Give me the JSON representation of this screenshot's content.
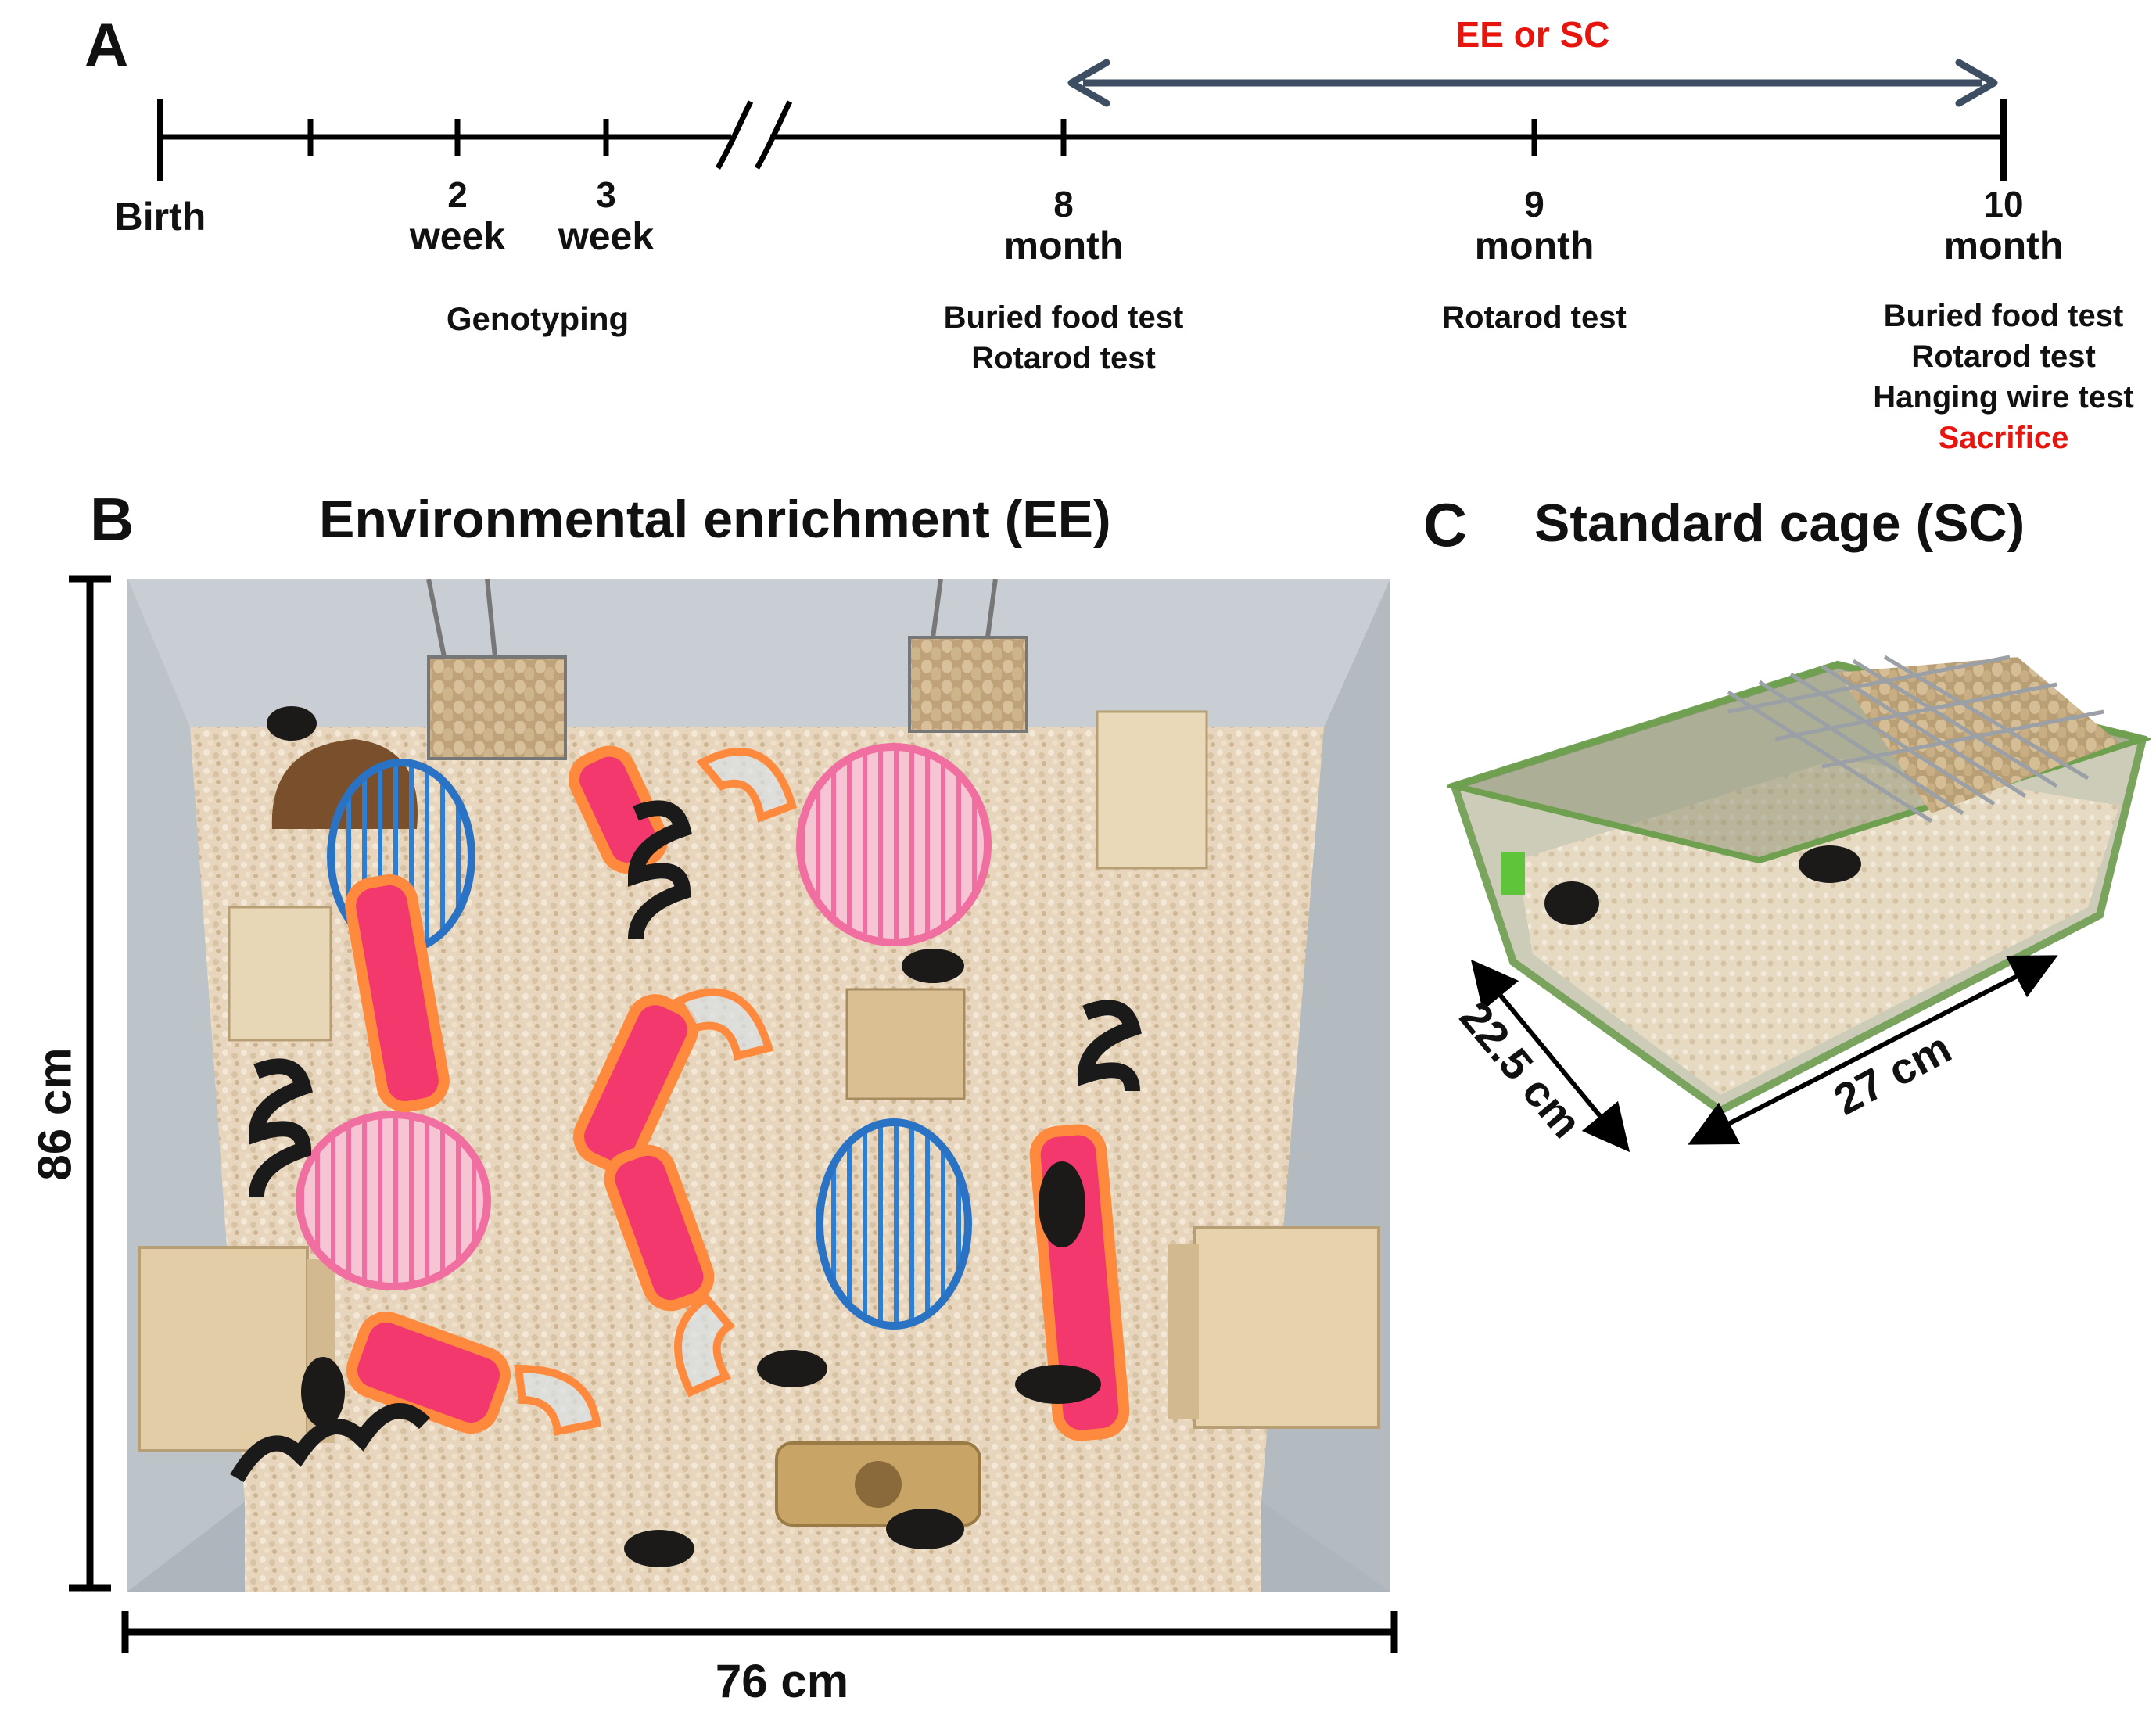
{
  "panels": {
    "a": {
      "letter": "A"
    },
    "b": {
      "letter": "B",
      "title": "Environmental enrichment (EE)"
    },
    "c": {
      "letter": "C",
      "title": "Standard cage (SC)"
    }
  },
  "timeline": {
    "condition_label": "EE or SC",
    "birth_label": "Birth",
    "ticks": [
      {
        "num": "2",
        "unit": "week"
      },
      {
        "num": "3",
        "unit": "week"
      },
      {
        "num": "8",
        "unit": "month"
      },
      {
        "num": "9",
        "unit": "month"
      },
      {
        "num": "10",
        "unit": "month"
      }
    ],
    "genotyping_label": "Genotyping",
    "tests_8": [
      "Buried food test",
      "Rotarod test"
    ],
    "tests_9": [
      "Rotarod test"
    ],
    "tests_10": [
      "Buried food test",
      "Rotarod test",
      "Hanging wire test"
    ],
    "final_label": "Sacrifice"
  },
  "ee_cage": {
    "height_label": "86 cm",
    "width_label": "76 cm"
  },
  "sc_cage": {
    "depth_label": "22.5 cm",
    "length_label": "27 cm"
  },
  "colors": {
    "arrow": "#3d4e62",
    "highlight_red": "#e8150f",
    "line": "#000000"
  }
}
